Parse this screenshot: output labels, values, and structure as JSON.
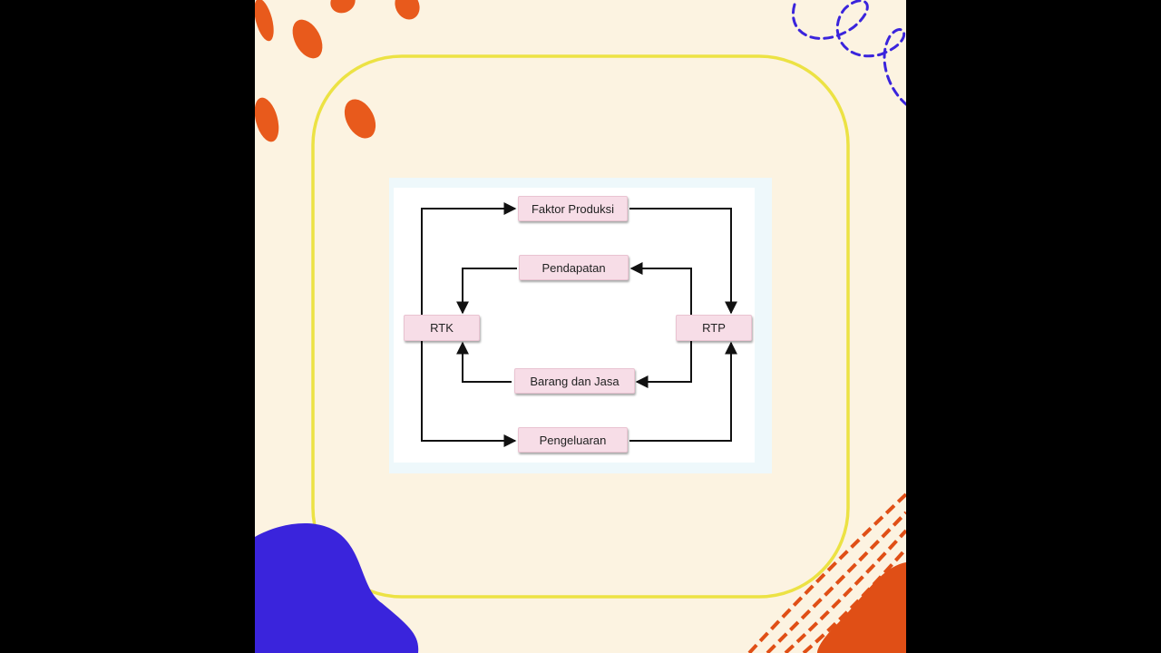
{
  "diagram": {
    "nodes": {
      "rtk": "RTK",
      "rtp": "RTP",
      "faktor_produksi": "Faktor Produksi",
      "pendapatan": "Pendapatan",
      "barang_dan_jasa": "Barang dan Jasa",
      "pengeluaran": "Pengeluaran"
    }
  },
  "colors": {
    "background": "#fcf3e1",
    "frame": "#ece244",
    "node_fill": "#f7dde7",
    "orange_accent": "#e85a1c",
    "blue_accent": "#3a24dc"
  }
}
